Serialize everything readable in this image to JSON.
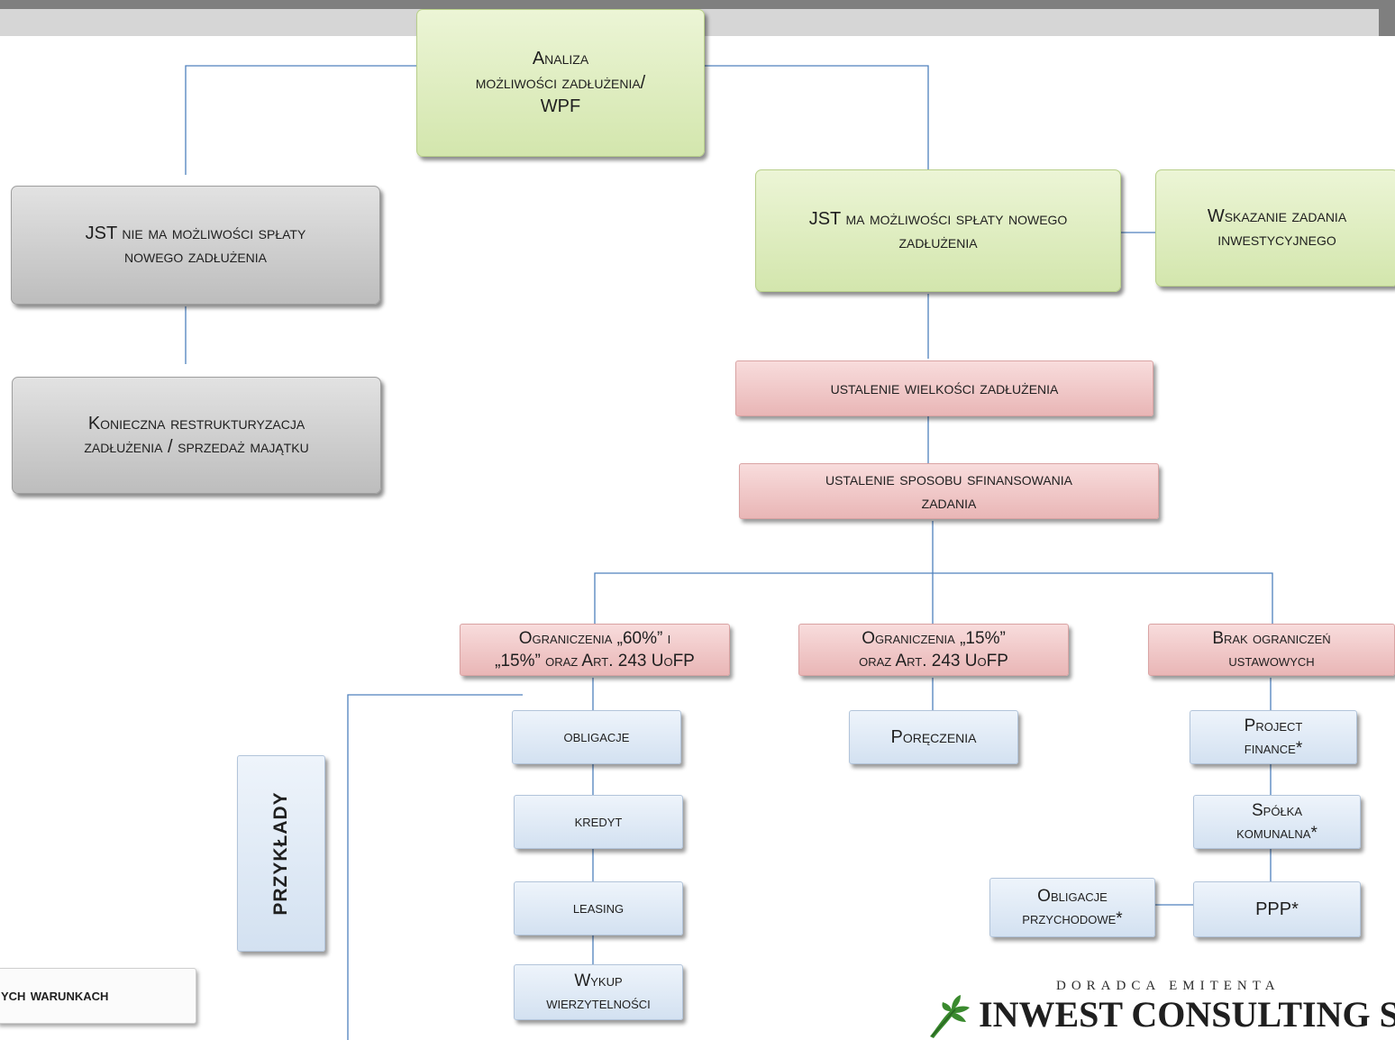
{
  "root": {
    "line1": "Analiza",
    "line2": "możliwości zadłużenia/",
    "line3": "WPF"
  },
  "left_branch": {
    "no_capacity": {
      "line1": "JST nie ma możliwości spłaty",
      "line2": "nowego zadłużenia"
    },
    "restructuring": {
      "line1": "Konieczna restrukturyzacja",
      "line2": "zadłużenia / sprzedaż majątku"
    }
  },
  "right_branch": {
    "has_capacity": {
      "line1": "JST ma możliwości spłaty nowego",
      "line2": "zadłużenia"
    },
    "investment": {
      "line1": "Wskazanie zadania",
      "line2": "inwestycyjnego"
    },
    "debt_size": "ustalenie wielkości zadłużenia",
    "financing_method": {
      "line1": "ustalenie sposobu sfinansowania",
      "line2": "zadania"
    }
  },
  "categories": [
    {
      "line1": "Ograniczenia „60%” i",
      "line2": "„15%” oraz Art. 243 UoFP"
    },
    {
      "line1": "Ograniczenia „15%”",
      "line2": "oraz Art. 243 UoFP"
    },
    {
      "line1": "Brak ograniczeń",
      "line2": "ustawowych"
    }
  ],
  "col1_items": [
    "obligacje",
    "kredyt",
    "leasing"
  ],
  "col1_last": {
    "line1": "Wykup",
    "line2": "wierzytelności"
  },
  "col2_items": [
    "Poręczenia"
  ],
  "col3": {
    "project_finance": {
      "line1": "Project",
      "line2": "finance*"
    },
    "spolka": {
      "line1": "Spółka",
      "line2": "komunalna*"
    },
    "ppp": "PPP*",
    "obligacje_przych": {
      "line1": "Obligacje",
      "line2": "przychodowe*"
    }
  },
  "examples_label": "PRZYKŁADY",
  "bottom_left_text": "ych warunkach",
  "logo": {
    "subtitle": "DORADCA EMITENTA",
    "name": "INWEST CONSULTING SA"
  },
  "colors": {
    "connector": "#4f81bd",
    "green": "#d7e9b4",
    "gray": "#c8c8c8",
    "pink": "#efc3c3",
    "blue": "#dce6f2",
    "logo_green": "#3a8a2e"
  }
}
